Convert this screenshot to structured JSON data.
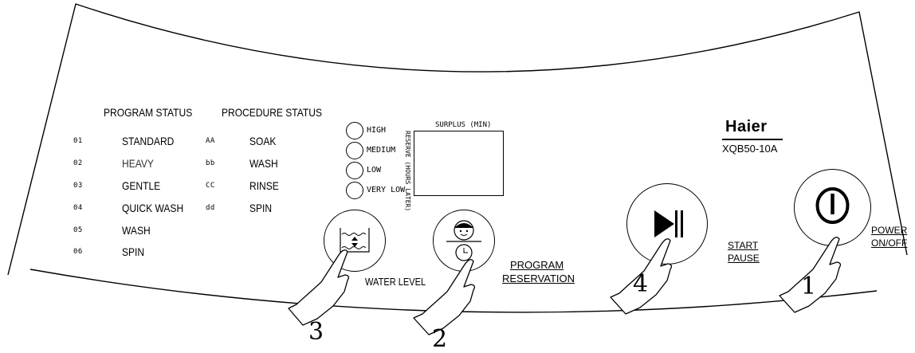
{
  "program_status": {
    "header": "PROGRAM STATUS",
    "items": [
      {
        "code": "01",
        "name": "STANDARD"
      },
      {
        "code": "02",
        "name": "HEAVY"
      },
      {
        "code": "03",
        "name": "GENTLE"
      },
      {
        "code": "04",
        "name": "QUICK WASH"
      },
      {
        "code": "05",
        "name": "WASH"
      },
      {
        "code": "06",
        "name": "SPIN"
      }
    ]
  },
  "procedure_status": {
    "header": "PROCEDURE STATUS",
    "items": [
      {
        "code": "AA",
        "name": "SOAK"
      },
      {
        "code": "bb",
        "name": "WASH"
      },
      {
        "code": "CC",
        "name": "RINSE"
      },
      {
        "code": "dd",
        "name": "SPIN"
      }
    ]
  },
  "water_levels": [
    "HIGH",
    "MEDIUM",
    "LOW",
    "VERY LOW"
  ],
  "display": {
    "surplus_label": "SURPLUS (MIN)",
    "reserve_label": "RESERVE (HOURS LATER)"
  },
  "brand": {
    "name": "Haier",
    "model": "XQB50-10A"
  },
  "buttons": {
    "water_level": {
      "label": "WATER LEVEL",
      "step": "3"
    },
    "program_reservation": {
      "label_top": "PROGRAM",
      "label_bottom": "RESERVATION",
      "step": "2"
    },
    "start_pause": {
      "label_top": "START",
      "label_bottom": "PAUSE",
      "step": "4"
    },
    "power": {
      "label_top": "POWER",
      "label_bottom": "ON/OFF",
      "step": "1"
    }
  }
}
